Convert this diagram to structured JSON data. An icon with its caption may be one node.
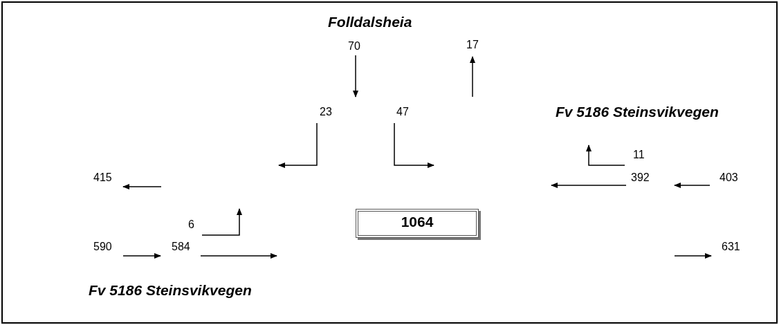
{
  "diagram": {
    "nodes": [
      {
        "text": [
          "1064"
        ]
      }
    ],
    "labels": [
      "Folldalsheia",
      "70",
      "17",
      "23",
      "47",
      "Fv 5186 Steinsvikvegen",
      "11",
      "415",
      "392",
      "403",
      "6",
      "590",
      "584",
      "631",
      "Fv 5186 Steinsvikvegen"
    ]
  }
}
